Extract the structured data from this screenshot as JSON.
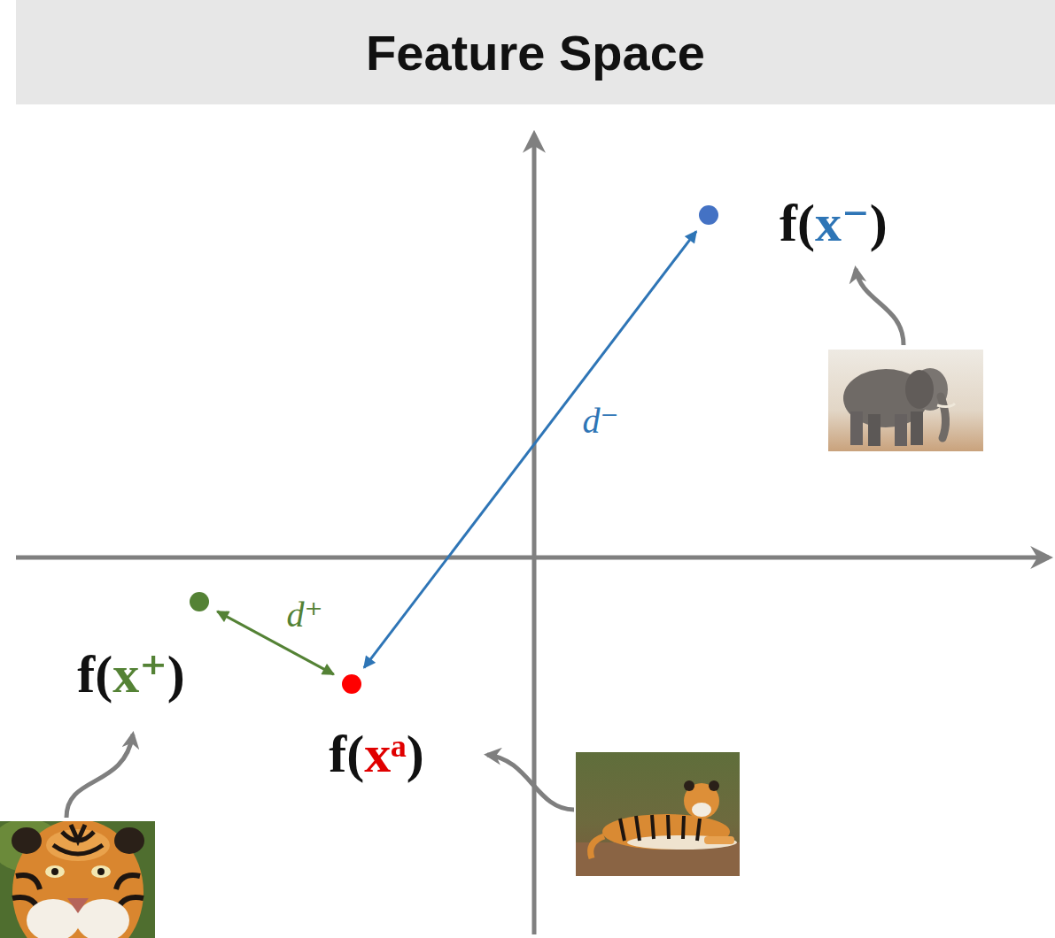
{
  "diagram": {
    "title": "Feature Space",
    "nodes": [
      {
        "text": [
          "f(x⁻)"
        ]
      },
      {
        "text": [
          "f(x⁺)"
        ]
      },
      {
        "text": [
          "f(xᵃ)"
        ]
      }
    ],
    "edges": [
      {
        "from": 2,
        "to": 0,
        "arrow": "both",
        "label": "d⁻"
      },
      {
        "from": 1,
        "to": 2,
        "arrow": "both",
        "label": "d⁺"
      }
    ]
  }
}
